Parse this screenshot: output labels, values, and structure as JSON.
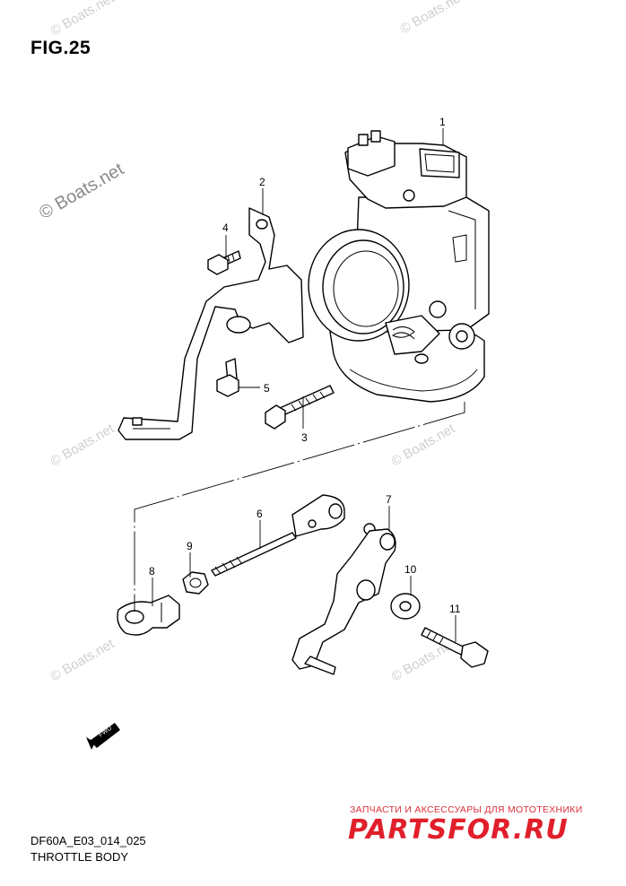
{
  "figure": {
    "title": "FIG.25",
    "code": "DF60A_E03_014_025",
    "caption": "THROTTLE BODY"
  },
  "watermarks": {
    "main": "© Boats.net",
    "small": "© Boats.net"
  },
  "advert": {
    "line": "ЗАПЧАСТИ И АКСЕССУАРЫ ДЛЯ МОТОТЕХНИКИ",
    "logo": "PARTSFOR.RU"
  },
  "fwd_label": "FWD",
  "callouts": [
    "1",
    "2",
    "3",
    "4",
    "5",
    "6",
    "7",
    "8",
    "9",
    "10",
    "11"
  ],
  "colors": {
    "ink": "#000000",
    "watermark": "#cfcfcf",
    "advert": "#e01f2b"
  }
}
